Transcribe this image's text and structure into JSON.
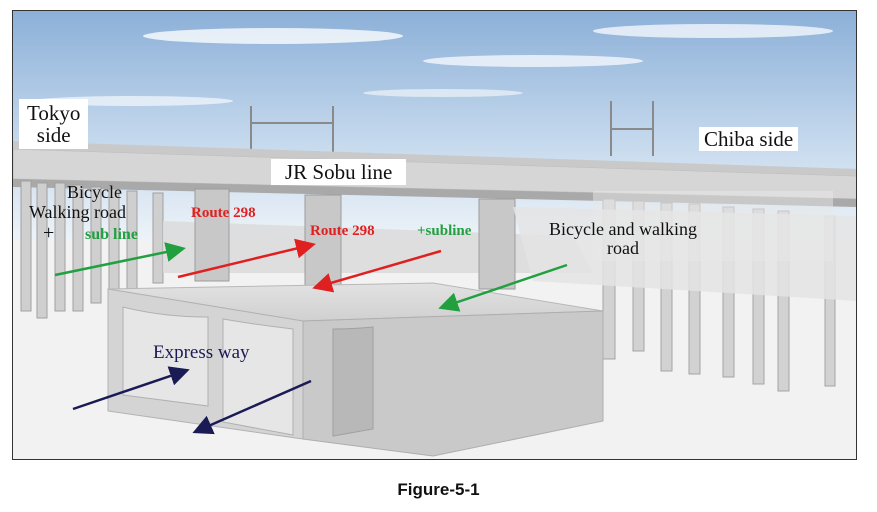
{
  "labels": {
    "tokyo_side_l1": "Tokyo",
    "tokyo_side_l2": "side",
    "chiba_side": "Chiba side",
    "jr_sobu_line": "JR Sobu line",
    "bicycle_l1": "Bicycle",
    "walking_road": "Walking road",
    "plus": "+",
    "subline": "sub line",
    "route298_left": "Route 298",
    "route298_center": "Route 298",
    "plus_subline": "+subline",
    "bicycle_walking_l1": "Bicycle and walking",
    "bicycle_walking_l2": "road",
    "express_way": "Express  way"
  },
  "caption": "Figure-5-1",
  "colors": {
    "route_arrow": "#e02020",
    "subline_arrow": "#22a040",
    "expressway_arrow": "#1a1a55"
  }
}
